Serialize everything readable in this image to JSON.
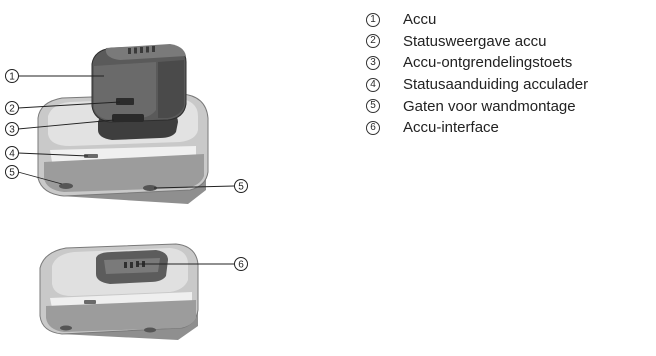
{
  "legend": [
    {
      "num": "1",
      "label": "Accu"
    },
    {
      "num": "2",
      "label": "Statusweergave accu"
    },
    {
      "num": "3",
      "label": "Accu-ontgrendelingstoets"
    },
    {
      "num": "4",
      "label": "Statusaanduiding acculader"
    },
    {
      "num": "5",
      "label": "Gaten voor wandmontage"
    },
    {
      "num": "6",
      "label": "Accu-interface"
    }
  ],
  "callouts": {
    "c1": "1",
    "c2": "2",
    "c3": "3",
    "c4": "4",
    "c5_left": "5",
    "c5_right": "5",
    "c6": "6"
  },
  "colors": {
    "housing_light": "#d9d9d9",
    "housing_mid": "#b8b8b8",
    "housing_dark": "#6e6e6e",
    "battery_dark": "#4a4a4a",
    "battery_mid": "#6b6b6b",
    "line": "#222222"
  }
}
